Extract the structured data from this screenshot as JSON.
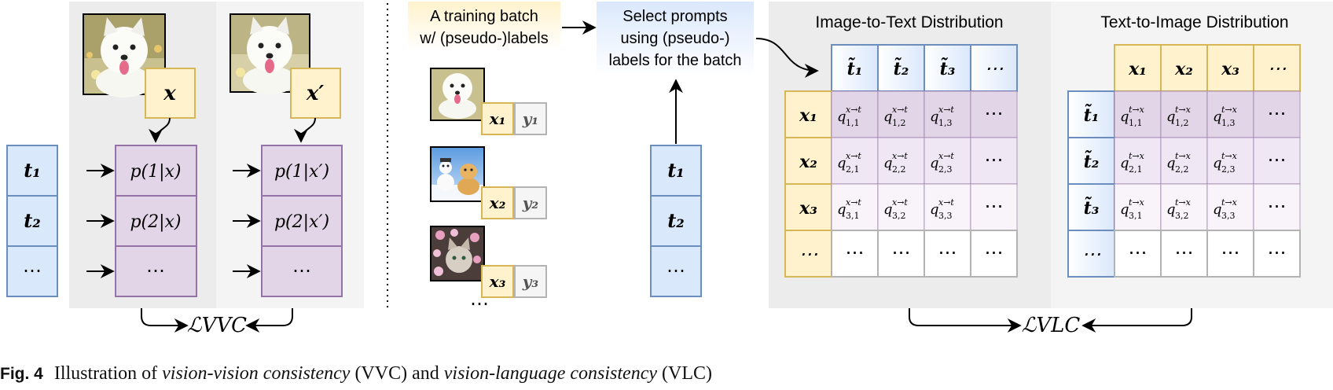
{
  "colors": {
    "blue_fill": "#dae8fc",
    "blue_stroke": "#6c8ebf",
    "yellow_fill": "#fff2cc",
    "yellow_stroke": "#d6b656",
    "purple_fill": "#e1d5e7",
    "purple_stroke": "#9673a6",
    "gray_fill": "#f5f5f5",
    "gray_stroke": "#b3b3b3",
    "panel_bg": "#ececec"
  },
  "vvc": {
    "prompts": [
      "t₁",
      "t₂",
      "⋯"
    ],
    "view1": {
      "image_icon": "samoyed-photo",
      "input_label": "x",
      "probs": [
        "p(1|x)",
        "p(2|x)",
        "⋯"
      ]
    },
    "view2": {
      "image_icon": "samoyed-augmented-photo",
      "input_label": "x′",
      "probs": [
        "p(1|x′)",
        "p(2|x′)",
        "⋯"
      ]
    },
    "loss": "ℒVVC"
  },
  "vlc": {
    "batch_label": [
      "A training batch",
      "w/ (pseudo-)labels"
    ],
    "select_label": [
      "Select prompts",
      "using (pseudo-)",
      "labels for the batch"
    ],
    "batch": [
      {
        "image_icon": "samoyed-photo",
        "x": "x₁",
        "y": "y₁"
      },
      {
        "image_icon": "dog-and-snowman-photo",
        "x": "x₂",
        "y": "y₂"
      },
      {
        "image_icon": "cat-in-flowers-photo",
        "x": "x₃",
        "y": "y₃"
      }
    ],
    "batch_more": "⋯",
    "prompts": [
      "t₁",
      "t₂",
      "⋯"
    ],
    "i2t": {
      "title": "Image-to-Text Distribution",
      "col_headers": [
        "t̃₁",
        "t̃₂",
        "t̃₃",
        "⋯"
      ],
      "row_headers": [
        "x₁",
        "x₂",
        "x₃",
        "⋯"
      ],
      "cells": [
        [
          "q1,1",
          "q1,2",
          "q1,3",
          "⋯"
        ],
        [
          "q2,1",
          "q2,2",
          "q2,3",
          "⋯"
        ],
        [
          "q3,1",
          "q3,2",
          "q3,3",
          "⋯"
        ],
        [
          "⋯",
          "⋯",
          "⋯",
          "⋯"
        ]
      ],
      "superscript": "x→t"
    },
    "t2i": {
      "title": "Text-to-Image Distribution",
      "col_headers": [
        "x₁",
        "x₂",
        "x₃",
        "⋯"
      ],
      "row_headers": [
        "t̃₁",
        "t̃₂",
        "t̃₃",
        "⋯"
      ],
      "cells": [
        [
          "q1,1",
          "q1,2",
          "q1,3",
          "⋯"
        ],
        [
          "q2,1",
          "q2,2",
          "q2,3",
          "⋯"
        ],
        [
          "q3,1",
          "q3,2",
          "q3,3",
          "⋯"
        ],
        [
          "⋯",
          "⋯",
          "⋯",
          "⋯"
        ]
      ],
      "superscript": "t→x"
    },
    "loss": "ℒVLC"
  },
  "caption": {
    "label": "Fig. 4",
    "text_1": "Illustration of ",
    "term_1": "vision-vision consistency",
    "text_2": " (VVC) and ",
    "term_2": "vision-language consistency",
    "text_3": " (VLC)"
  }
}
